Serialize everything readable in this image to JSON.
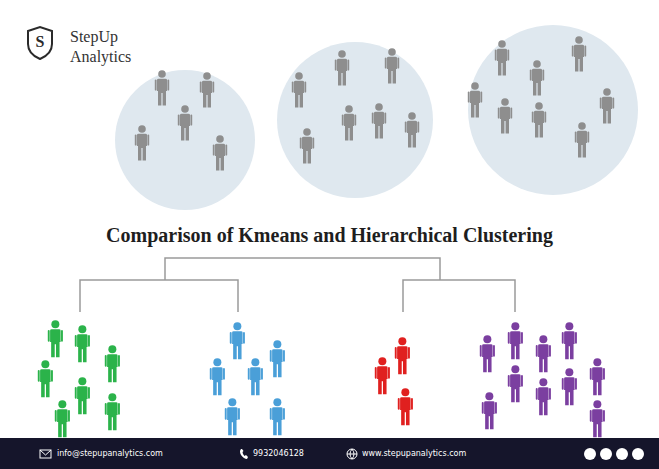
{
  "diagram": {
    "title": "Comparison of Kmeans and Hierarchical Clustering",
    "labels": [
      "S",
      "StepUp Analytics",
      "info@stepupanalytics.com",
      "9932046128",
      "www.stepupanalytics.com"
    ]
  }
}
